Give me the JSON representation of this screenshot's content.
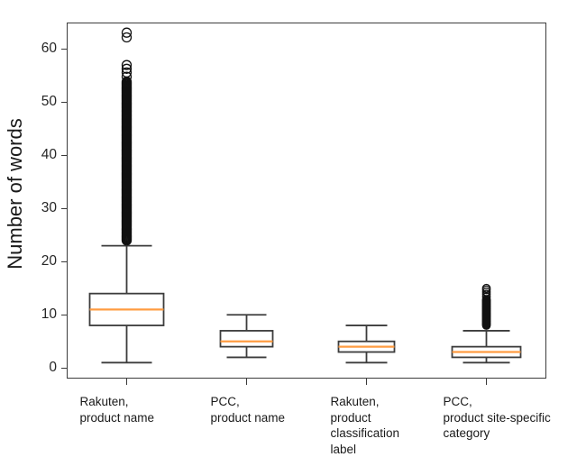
{
  "chart_data": {
    "type": "box",
    "title": "",
    "xlabel": "",
    "ylabel": "Number of words",
    "ylim": [
      -2,
      65
    ],
    "yticks": [
      0,
      10,
      20,
      30,
      40,
      50,
      60
    ],
    "ytick_labels": [
      "0",
      "10",
      "20",
      "30",
      "40",
      "50",
      "60"
    ],
    "grid": false,
    "legend": null,
    "median_color": "#ff9c42",
    "box_edge_color": "#3c3c3c",
    "categories": [
      "Rakuten,\nproduct name",
      "PCC,\nproduct name",
      "Rakuten,\nproduct\nclassification\nlabel",
      "PCC,\nproduct site-specific\ncategory"
    ],
    "boxes": [
      {
        "label": "Rakuten, product name",
        "whisker_low": 1,
        "q1": 8,
        "median": 11,
        "q3": 14,
        "whisker_high": 23,
        "outliers_min": 24,
        "outliers_max": 63,
        "outlier_note": "dense column of outliers from 24 up to ~54, sparse points at 56, 57, 62, 63"
      },
      {
        "label": "PCC, product name",
        "whisker_low": 2,
        "q1": 4,
        "median": 5,
        "q3": 7,
        "whisker_high": 10,
        "outliers_min": null,
        "outliers_max": null,
        "outlier_note": "no outliers"
      },
      {
        "label": "Rakuten, product classification label",
        "whisker_low": 1,
        "q1": 3,
        "median": 4,
        "q3": 5,
        "whisker_high": 8,
        "outliers_min": null,
        "outliers_max": null,
        "outlier_note": "no outliers"
      },
      {
        "label": "PCC, product site-specific category",
        "whisker_low": 1,
        "q1": 2,
        "median": 3,
        "q3": 4,
        "whisker_high": 7,
        "outliers_min": 8,
        "outliers_max": 15,
        "outlier_note": "dense outliers from 8 to ~13, sparse up to 15"
      }
    ]
  },
  "axis": {
    "ylabel": "Number of words"
  }
}
